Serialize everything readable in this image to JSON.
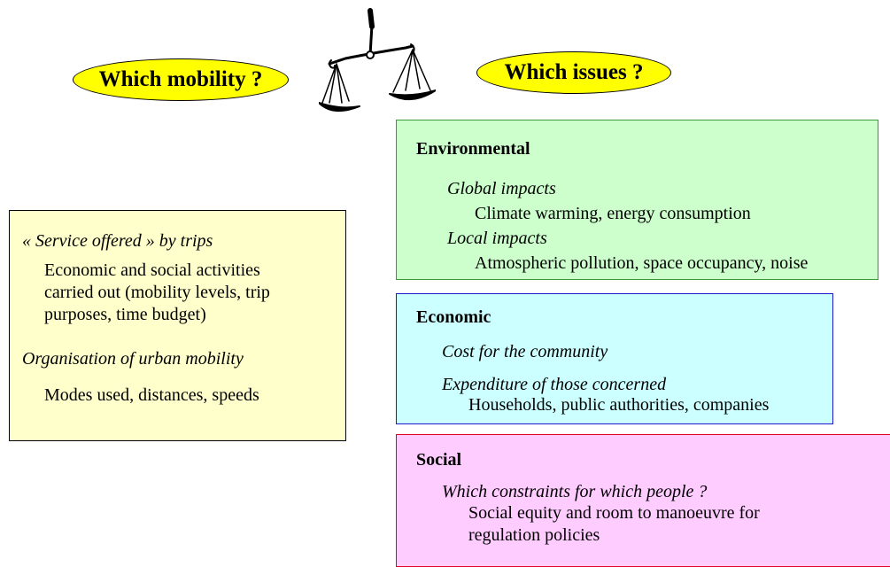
{
  "colors": {
    "ellipse_fill": "#ffff00",
    "service_fill": "#ffffcc",
    "environmental_fill": "#ccffcc",
    "economic_fill": "#ccffff",
    "social_fill": "#ffccff"
  },
  "icons": {
    "scale": "balance-scale-icon"
  },
  "ellipses": {
    "mobility": "Which mobility ?",
    "issues": "Which issues ?"
  },
  "service": {
    "title": "« Service offered » by trips",
    "activities_line1": "Economic and social activities",
    "activities_line2": "carried out (mobility levels, trip",
    "activities_line3": "purposes, time budget)",
    "organisation": "Organisation of urban mobility",
    "modes": "Modes used, distances, speeds"
  },
  "environmental": {
    "title": "Environmental",
    "global": "Global impacts",
    "global_detail": "Climate warming, energy consumption",
    "local": "Local impacts",
    "local_detail": "Atmospheric pollution, space occupancy, noise"
  },
  "economic": {
    "title": "Economic",
    "cost": "Cost for the community",
    "expenditure": "Expenditure of those concerned",
    "expenditure_detail": "Households, public authorities, companies"
  },
  "social": {
    "title": "Social",
    "constraints": "Which constraints for which people ?",
    "detail_line1": "Social equity and room to manoeuvre for",
    "detail_line2": "regulation policies"
  }
}
